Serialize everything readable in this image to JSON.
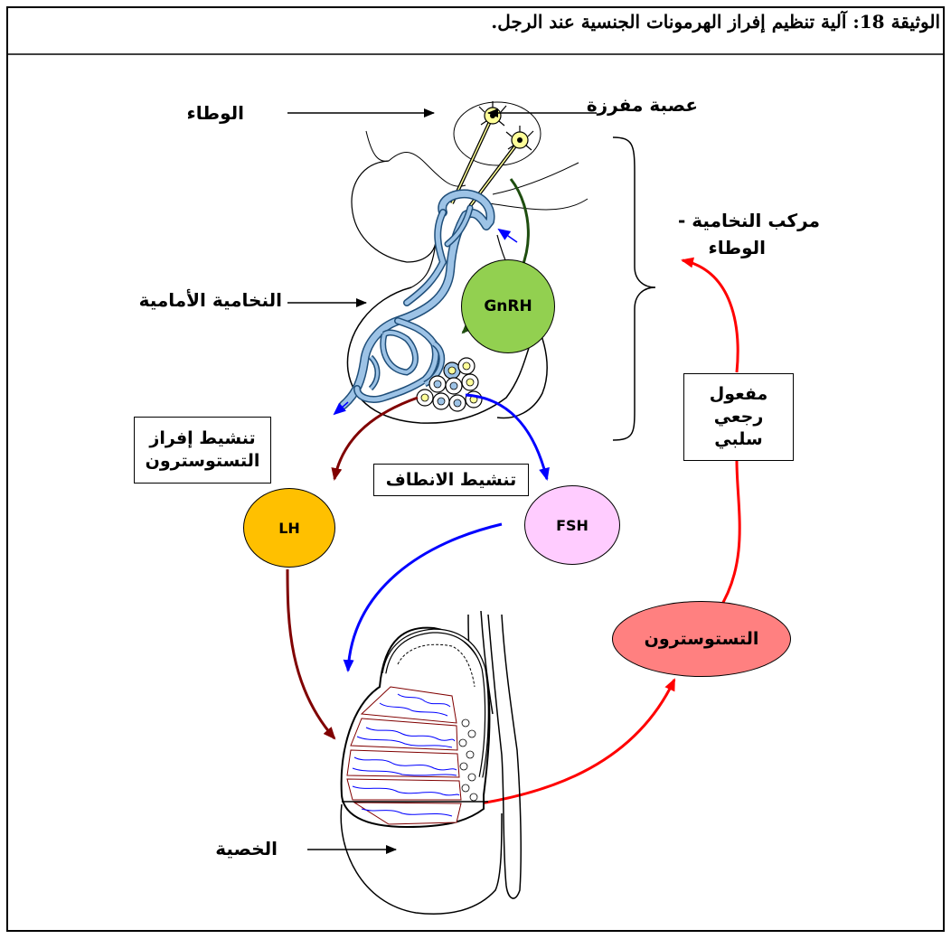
{
  "title": "الوثيقة 18: آلية تنظيم إفراز الهرمونات الجنسية عند الرجل.",
  "labels": {
    "hypothalamus": "الوطاء",
    "neurosecretory_neuron": "عصبة مفرزة",
    "anterior_pituitary": "النخامية الأمامية",
    "complex_line1": "مركب النخامية -",
    "complex_line2": "الوطاء",
    "testis": "الخصية"
  },
  "boxes": {
    "testosterone_stimulation_line1": "تنشيط إفراز",
    "testosterone_stimulation_line2": "التستوسترون",
    "spermatogenesis_stimulation": "تنشيط الانطاف",
    "feedback_line1": "مفعول رجعي",
    "feedback_line2": "سلبي"
  },
  "hormones": {
    "gnrh": "GnRH",
    "lh": "LH",
    "fsh": "FSH",
    "testosterone": "التستوسترون"
  },
  "colors": {
    "gnrh_fill": "#92D050",
    "lh_fill": "#FFC000",
    "fsh_fill": "#FFCCFF",
    "testosterone_fill": "#FF8080",
    "lh_arrow": "#800000",
    "fsh_arrow": "#0000FF",
    "gnrh_arrow": "#1E4D0F",
    "feedback_arrow": "#FF0000",
    "portal_vessels": "#9DC3E6",
    "neuron_fill": "#FFFF99"
  }
}
